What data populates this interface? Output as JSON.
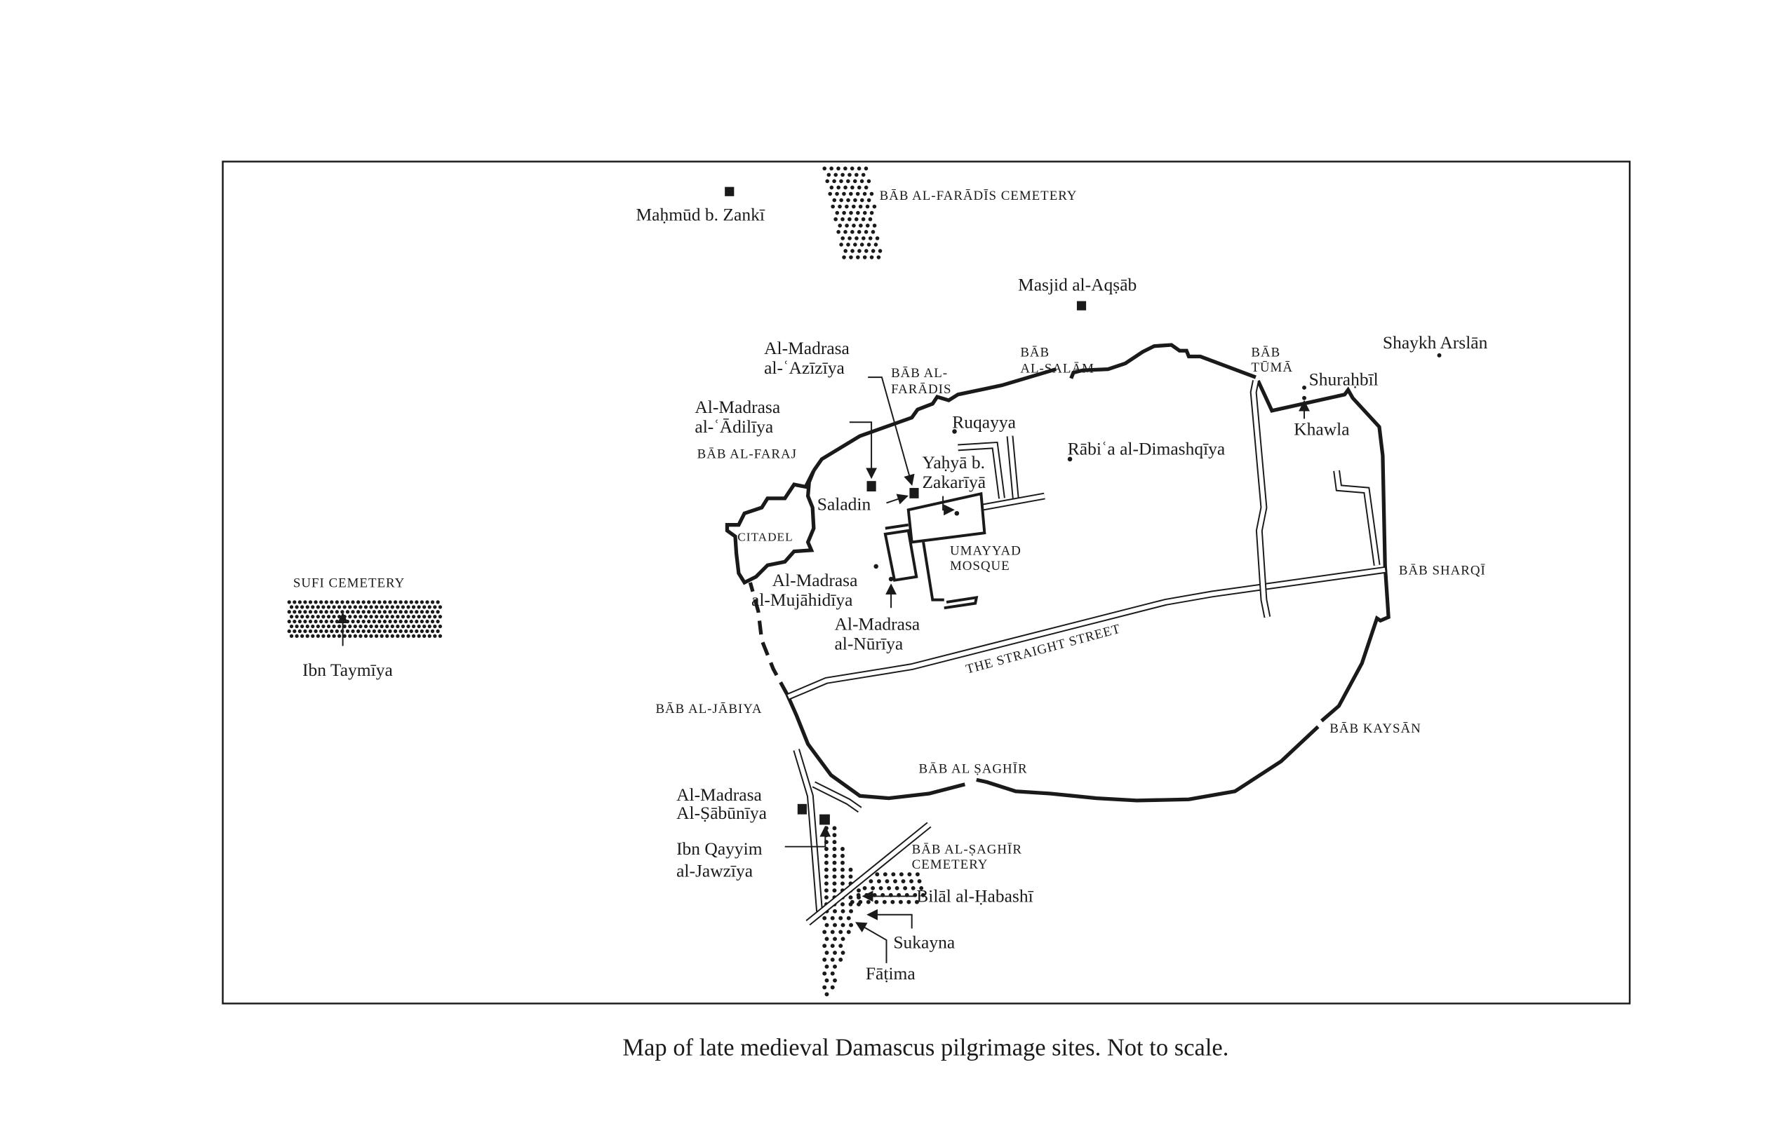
{
  "map": {
    "labels": {
      "mahmud": "Maḥmūd b. Zankī",
      "faradis_cemetery": "BĀB AL-FARĀDĪS CEMETERY",
      "masjid_aqsab": "Masjid al-Aqṣāb",
      "shaykh_arslan": "Shaykh Arslān",
      "aziziya_1": "Al-Madrasa",
      "aziziya_2": "al-ʿAzīzīya",
      "bab_faradis_1": "BĀB AL-",
      "bab_faradis_2": "FARĀDIS",
      "bab_salam_1": "BĀB",
      "bab_salam_2": "AL-SALĀM",
      "bab_tuma_1": "BĀB",
      "bab_tuma_2": "TŪMĀ",
      "shurahbil": "Shuraḥbīl",
      "khawla": "Khawla",
      "adiliya_1": "Al-Madrasa",
      "adiliya_2": "al-ʿĀdilīya",
      "bab_faraj": "BĀB AL-FARAJ",
      "ruqayya": "Ruqayya",
      "rabia": "Rābiʿa al-Dimashqīya",
      "yahya_1": "Yaḥyā b.",
      "yahya_2": "Zakarīyā",
      "saladin": "Saladin",
      "citadel": "CITADEL",
      "umayyad_1": "UMAYYAD",
      "umayyad_2": "MOSQUE",
      "mujahidiya_1": "Al-Madrasa",
      "mujahidiya_2": "al-Mujāhidīya",
      "nuriya_1": "Al-Madrasa",
      "nuriya_2": "al-Nūrīya",
      "bab_sharqi": "BĀB SHARQĪ",
      "sufi_cemetery": "SUFI CEMETERY",
      "ibn_taymiya": "Ibn Taymīya",
      "straight_street": "THE STRAIGHT STREET",
      "bab_jabiya": "BĀB AL-JĀBIYA",
      "bab_kaysan": "BĀB KAYSĀN",
      "bab_saghir": "BĀB AL ṢAGHĪR",
      "sabuniya_1": "Al-Madrasa",
      "sabuniya_2": "Al-Ṣābūnīya",
      "ibn_qayyim_1": "Ibn Qayyim",
      "ibn_qayyim_2": "al-Jawzīya",
      "saghir_cemetery_1": "BĀB AL-ṢAGHĪR",
      "saghir_cemetery_2": "CEMETERY",
      "bilal": "Bilāl al-Ḥabashī",
      "sukayna": "Sukayna",
      "fatima": "Fāṭima"
    }
  },
  "caption": "Map of late medieval Damascus pilgrimage sites. Not to scale."
}
